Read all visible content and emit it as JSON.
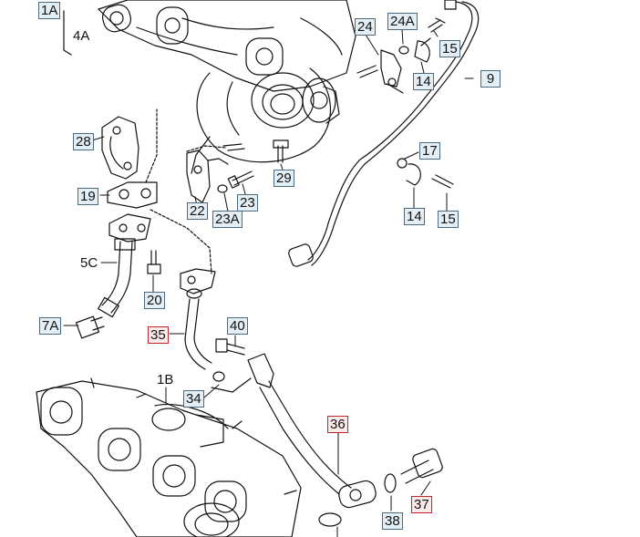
{
  "callouts": {
    "c_1A": "1A",
    "c_4A": "4A",
    "c_24": "24",
    "c_24A": "24A",
    "c_15a": "15",
    "c_14a": "14",
    "c_9": "9",
    "c_28": "28",
    "c_17": "17",
    "c_29": "29",
    "c_19": "19",
    "c_22": "22",
    "c_23": "23",
    "c_23A": "23A",
    "c_14b": "14",
    "c_15b": "15",
    "c_5C": "5C",
    "c_20": "20",
    "c_7A": "7A",
    "c_35": "35",
    "c_40": "40",
    "c_1B": "1B",
    "c_34": "34",
    "c_36": "36",
    "c_37": "37",
    "c_38": "38"
  },
  "colors": {
    "line": "#111111",
    "box_blue_fill": "#e3eef5",
    "box_blue_border": "#4d6b80",
    "box_red_fill": "#fbeaea",
    "box_red_border": "#c0282b"
  }
}
